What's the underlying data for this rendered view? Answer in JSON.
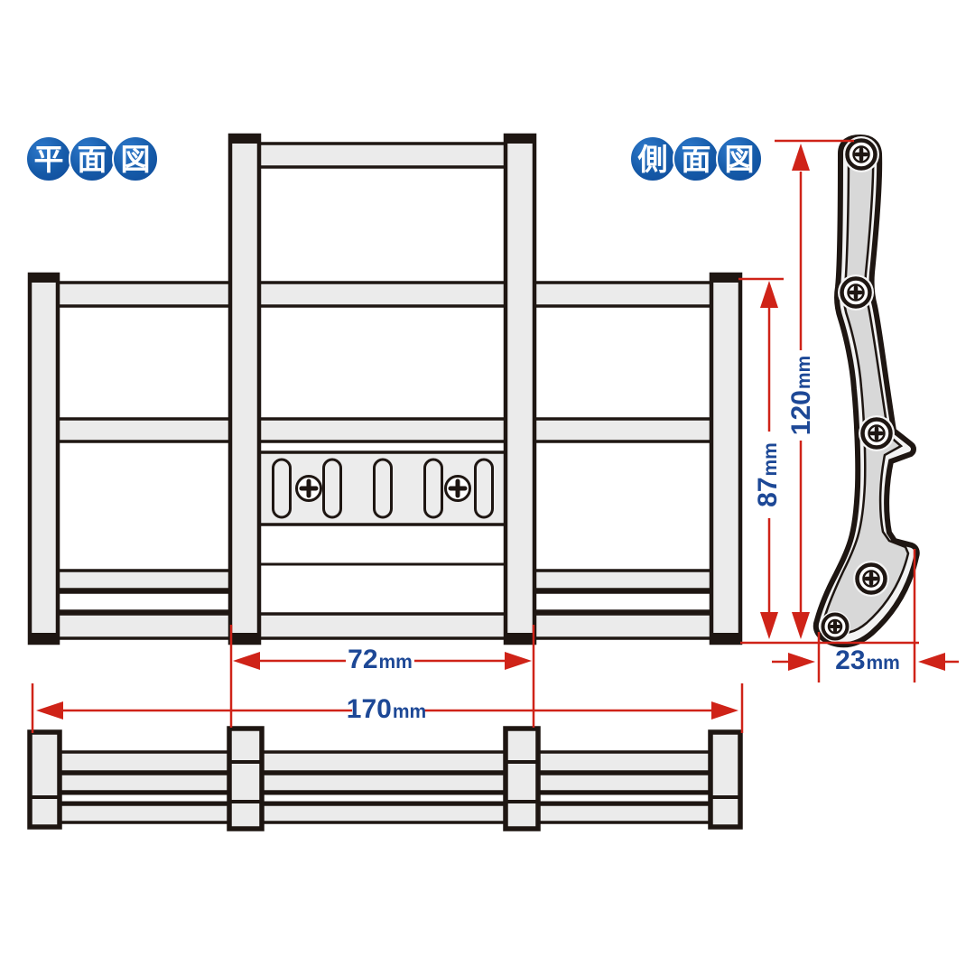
{
  "views": {
    "plan": {
      "label": "平面図",
      "chars": [
        "平",
        "面",
        "図"
      ]
    },
    "side": {
      "label": "側面図",
      "chars": [
        "側",
        "面",
        "図"
      ]
    }
  },
  "dimensions": {
    "inner_width": {
      "value": "72",
      "unit": "mm"
    },
    "total_width": {
      "value": "170",
      "unit": "mm"
    },
    "side_height": {
      "value": "87",
      "unit": "mm"
    },
    "total_height": {
      "value": "120",
      "unit": "mm"
    },
    "bracket_depth": {
      "value": "23",
      "unit": "mm"
    }
  },
  "colors": {
    "dimension_line": "#cf2318",
    "dimension_text": "#1d4896",
    "badge_blue": "#0f4a99",
    "outline": "#1e1612",
    "part_fill": "#ebebeb"
  }
}
